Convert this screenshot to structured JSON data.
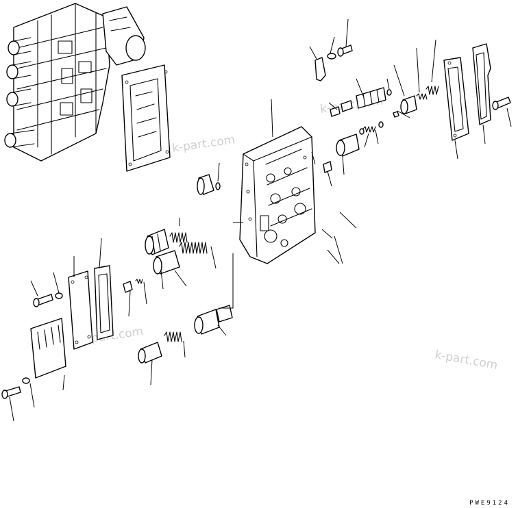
{
  "watermarks": [
    "k-part.com",
    "k-part.com",
    "k-part.com",
    "k-part.com"
  ],
  "drawing_code": "PWE9124",
  "colors": {
    "line": "#000000",
    "watermark": "#cfcfcf",
    "background": "#ffffff"
  }
}
